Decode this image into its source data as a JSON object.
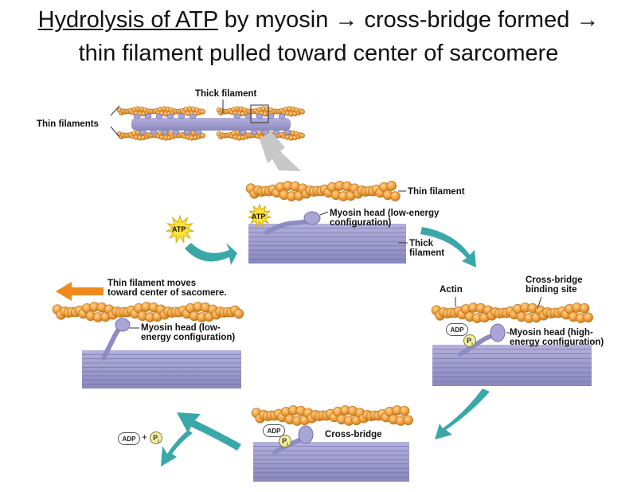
{
  "title": {
    "underlined": "Hydrolysis of ATP",
    "line1_rest": " by myosin → cross-bridge formed →",
    "line2": "thin filament pulled toward center of sarcomere"
  },
  "overview": {
    "thin_filaments_label": "Thin filaments",
    "thick_filament_label": "Thick filament"
  },
  "step1": {
    "thin_filament_label": "Thin filament",
    "myosin_head_label_1": "Myosin head (low-energy",
    "myosin_head_label_2": "configuration)",
    "thick_filament_label_1": "Thick",
    "thick_filament_label_2": "filament",
    "atp_label": "ATP"
  },
  "step2": {
    "actin_label": "Actin",
    "binding_site_label_1": "Cross-bridge",
    "binding_site_label_2": "binding site",
    "adp_label": "ADP",
    "p_label": "P",
    "p_subscript": "i",
    "myosin_head_label_1": "Myosin head (high-",
    "myosin_head_label_2": "energy configuration)"
  },
  "step3": {
    "adp_label": "ADP",
    "p_label": "P",
    "p_subscript": "i",
    "cross_bridge_label": "Cross-bridge",
    "released_adp": "ADP",
    "plus": "+",
    "released_p": "P",
    "released_p_subscript": "i"
  },
  "step4": {
    "movement_label_1": "Thin filament moves",
    "movement_label_2": "toward center of sacomere.",
    "myosin_head_label_1": "Myosin head (low-",
    "myosin_head_label_2": "energy configuration)"
  },
  "colors": {
    "actin": "#f0a040",
    "actin_dark": "#c97a1a",
    "thick": "#9d9ac8",
    "thick_line": "#6c69a3",
    "myosin": "#a9a6d6",
    "cycle_arrow": "#3aa8a8",
    "move_arrow": "#f08a1c",
    "atp_star": "#ffe23a"
  }
}
